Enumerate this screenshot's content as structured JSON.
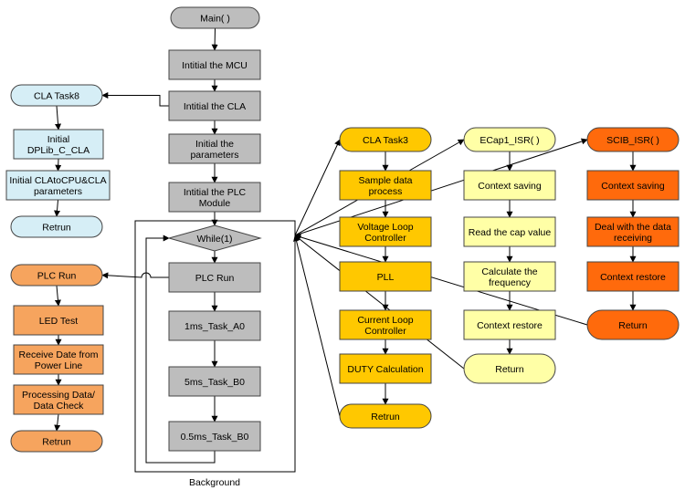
{
  "colors": {
    "gray": "#BDBDBD",
    "light_blue": "#D6EEF6",
    "orange": "#F6A45E",
    "gold": "#FFC800",
    "light_yellow": "#FFFFA6",
    "red_orange": "#FF6A0C",
    "line": "#000000"
  },
  "background_label": "Background",
  "nodes": [
    {
      "id": "main",
      "label": "Main( )",
      "shape": "terminal",
      "color": "gray"
    },
    {
      "id": "init_mcu",
      "label": "Intitial the MCU",
      "shape": "process",
      "color": "gray"
    },
    {
      "id": "init_cla",
      "label": "Intitial the CLA",
      "shape": "process",
      "color": "gray"
    },
    {
      "id": "init_params",
      "label": "Initial the\nparameters",
      "shape": "process",
      "color": "gray"
    },
    {
      "id": "init_plc",
      "label": "Intitial the PLC\nModule",
      "shape": "process",
      "color": "gray"
    },
    {
      "id": "while",
      "label": "While(1)",
      "shape": "decision",
      "color": "gray"
    },
    {
      "id": "plc_run_bg",
      "label": "PLC Run",
      "shape": "process",
      "color": "gray"
    },
    {
      "id": "task_a0",
      "label": "1ms_Task_A0",
      "shape": "process",
      "color": "gray"
    },
    {
      "id": "task_b0_5",
      "label": "5ms_Task_B0",
      "shape": "process",
      "color": "gray"
    },
    {
      "id": "task_b0_05",
      "label": "0.5ms_Task_B0",
      "shape": "process",
      "color": "gray"
    },
    {
      "id": "cla_task8",
      "label": "CLA Task8",
      "shape": "terminal",
      "color": "light_blue"
    },
    {
      "id": "init_dplib",
      "label": "Initial\nDPLib_C_CLA",
      "shape": "process",
      "color": "light_blue"
    },
    {
      "id": "init_clatocpu",
      "label": "Initial CLAtoCPU&CLA\nparameters",
      "shape": "process",
      "color": "light_blue"
    },
    {
      "id": "retrun_8",
      "label": "Retrun",
      "shape": "terminal",
      "color": "light_blue"
    },
    {
      "id": "plc_run",
      "label": "PLC Run",
      "shape": "terminal",
      "color": "orange"
    },
    {
      "id": "led_test",
      "label": "LED Test",
      "shape": "process",
      "color": "orange"
    },
    {
      "id": "receive_date",
      "label": "Receive Date from\nPower Line",
      "shape": "process",
      "color": "orange"
    },
    {
      "id": "processing",
      "label": "Processing Data/\nData Check",
      "shape": "process",
      "color": "orange"
    },
    {
      "id": "retrun_plc",
      "label": "Retrun",
      "shape": "terminal",
      "color": "orange"
    },
    {
      "id": "cla_task3",
      "label": "CLA Task3",
      "shape": "terminal",
      "color": "gold"
    },
    {
      "id": "sample",
      "label": "Sample data\nprocess",
      "shape": "process",
      "color": "gold"
    },
    {
      "id": "voltage",
      "label": "Voltage Loop\nController",
      "shape": "process",
      "color": "gold"
    },
    {
      "id": "pll",
      "label": "PLL",
      "shape": "process",
      "color": "gold"
    },
    {
      "id": "current",
      "label": "Current Loop\nController",
      "shape": "process",
      "color": "gold"
    },
    {
      "id": "duty",
      "label": "DUTY Calculation",
      "shape": "process",
      "color": "gold"
    },
    {
      "id": "retrun_3",
      "label": "Retrun",
      "shape": "terminal",
      "color": "gold"
    },
    {
      "id": "ecap1",
      "label": "ECap1_ISR( )",
      "shape": "terminal",
      "color": "light_yellow"
    },
    {
      "id": "ctx_save_e",
      "label": "Context saving",
      "shape": "process",
      "color": "light_yellow"
    },
    {
      "id": "read_cap",
      "label": "Read the cap value",
      "shape": "process",
      "color": "light_yellow"
    },
    {
      "id": "calc_freq",
      "label": "Calculate the\nfrequency",
      "shape": "process",
      "color": "light_yellow"
    },
    {
      "id": "ctx_restore_e",
      "label": "Context restore",
      "shape": "process",
      "color": "light_yellow"
    },
    {
      "id": "return_e",
      "label": "Return",
      "shape": "terminal",
      "color": "light_yellow"
    },
    {
      "id": "scib",
      "label": "SCIB_ISR( )",
      "shape": "terminal",
      "color": "red_orange"
    },
    {
      "id": "ctx_save_s",
      "label": "Context saving",
      "shape": "process",
      "color": "red_orange"
    },
    {
      "id": "deal",
      "label": "Deal with the data\nreceiving",
      "shape": "process",
      "color": "red_orange"
    },
    {
      "id": "ctx_restore_s",
      "label": "Context restore",
      "shape": "process",
      "color": "red_orange"
    },
    {
      "id": "return_s",
      "label": "Return",
      "shape": "terminal",
      "color": "red_orange"
    }
  ]
}
